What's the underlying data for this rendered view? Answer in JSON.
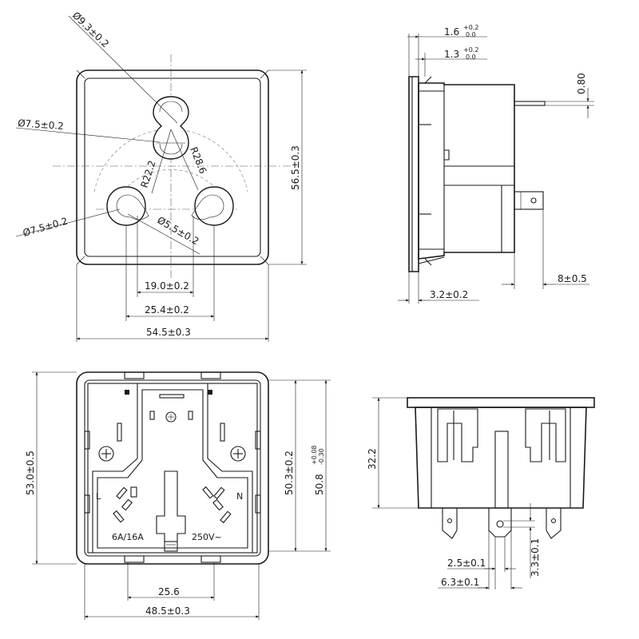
{
  "front_view": {
    "d_top_pin": "Ø9.3±0.2",
    "d_mid_pin": "Ø7.5±0.2",
    "d_side_pin": "Ø7.5±0.2",
    "d_lower": "Ø5.5±0.2",
    "r_inner": "R22.2",
    "r_outer": "R28.6",
    "height": "56.5±0.3",
    "spacing_inner": "19.0±0.2",
    "spacing_outer": "25.4±0.2",
    "width": "54.5±0.3"
  },
  "side_view": {
    "t1_base": "1.6",
    "t1_sup": "+0.2",
    "t1_sub": "0.0",
    "t2_base": "1.3",
    "t2_sup": "+0.2",
    "t2_sub": "0.0",
    "terminal_thk": "0.80",
    "flange": "3.2±0.2",
    "terminal_len": "8±0.5"
  },
  "rear_view": {
    "height_outer": "53.0±0.5",
    "height_body": "50.3±0.2",
    "cutout_base": "50.8",
    "cutout_sup": "+0.08",
    "cutout_sub": "-0.30",
    "live_label": "L",
    "neutral_label": "N",
    "current_rating": "6A/16A",
    "voltage_rating": "250V~",
    "latch_spacing": "25.6",
    "width": "48.5±0.3"
  },
  "bottom_view": {
    "depth": "32.2",
    "tab_width": "2.5±0.1",
    "tab_pitch": "6.3±0.1",
    "hole": "3.3±0.1"
  }
}
